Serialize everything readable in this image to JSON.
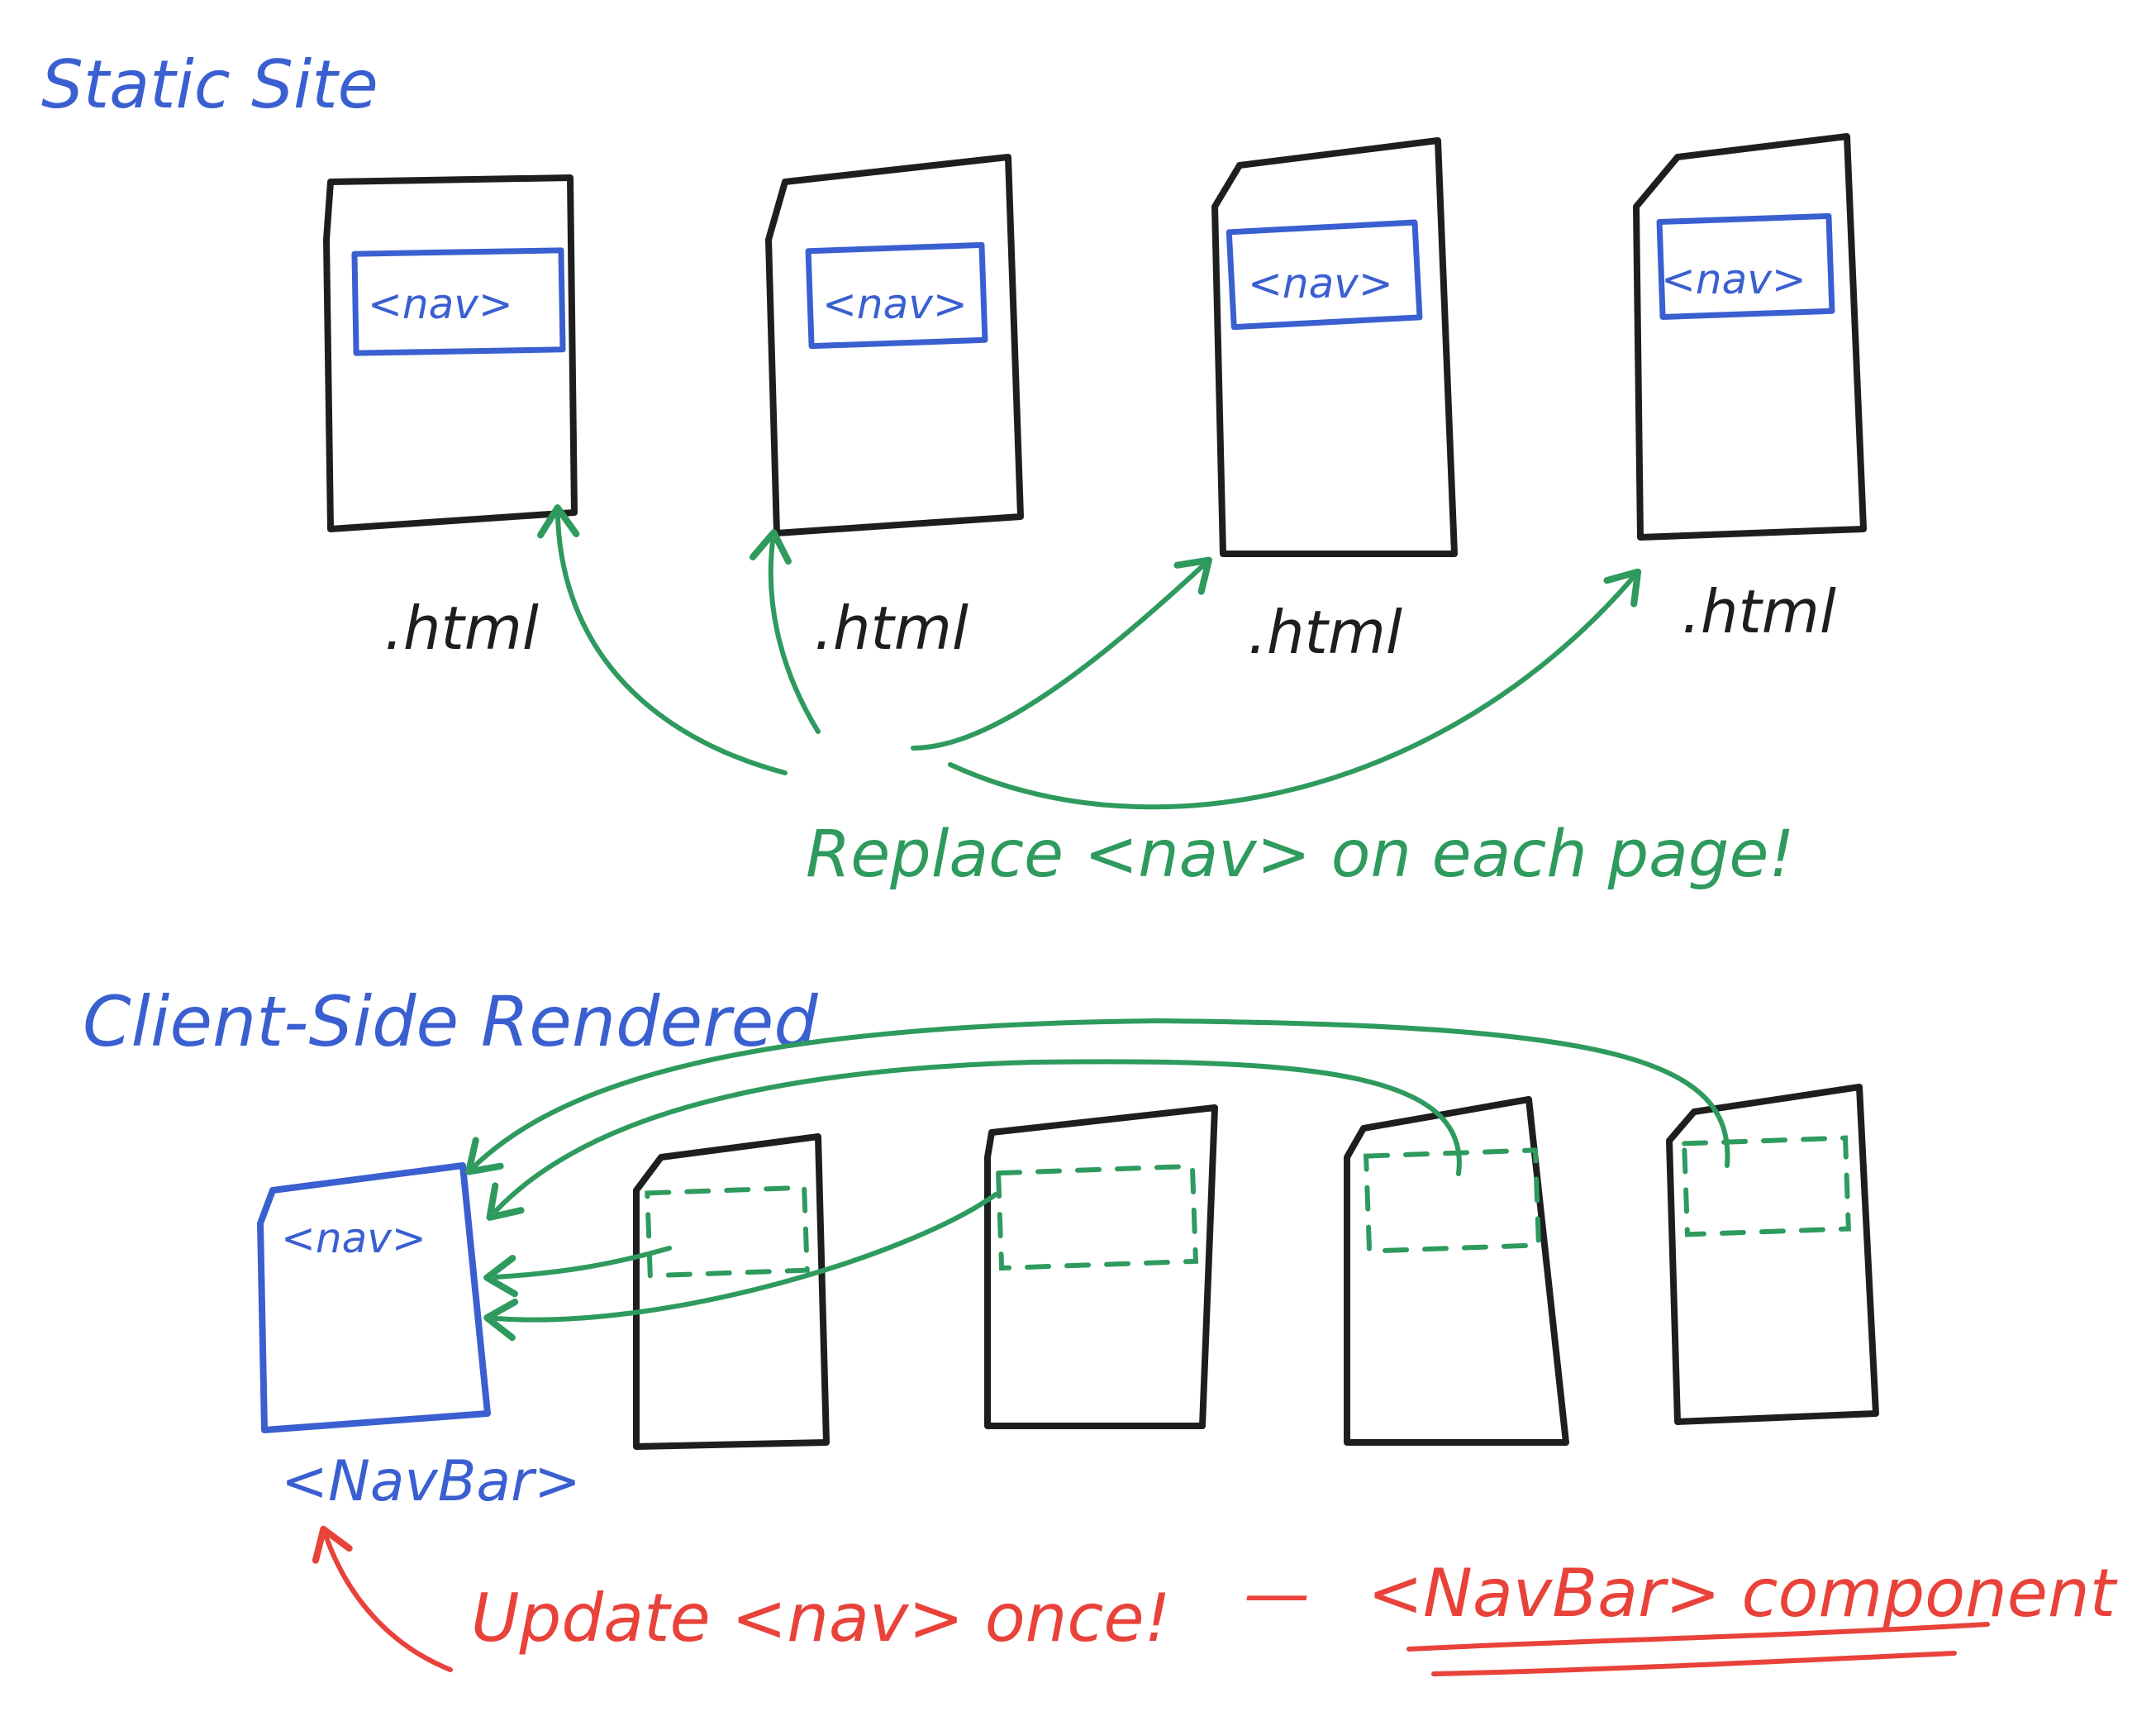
{
  "sections": {
    "static": {
      "title": "Static Site",
      "page_nav_label": "<nav>",
      "page_ext_label": ".html",
      "note": "Replace <nav> on each page!"
    },
    "csr": {
      "title": "Client-Side Rendered",
      "component_nav_label": "<nav>",
      "component_name": "<NavBar>",
      "note_update": "Update <nav> once!",
      "note_dash": "—",
      "note_component": "<NavBar> component"
    }
  },
  "colors": {
    "black": "#1e1e1e",
    "blue": "#3a5fd0",
    "green": "#2e9a5e",
    "red": "#e8423a"
  }
}
